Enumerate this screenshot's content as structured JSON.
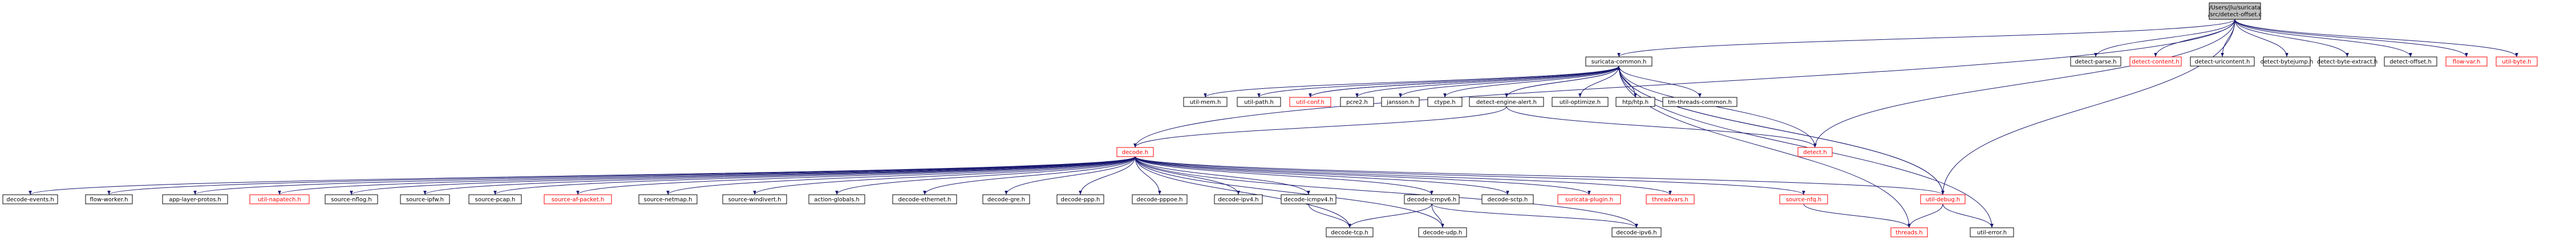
{
  "root": {
    "lines": [
      "/Users/jlu/suricata",
      "/src/detect-offset.c"
    ]
  },
  "nodes": [
    {
      "id": "n_sc",
      "label": "suricata-common.h",
      "red": false
    },
    {
      "id": "n_dp",
      "label": "detect-parse.h",
      "red": false
    },
    {
      "id": "n_dc",
      "label": "detect-content.h",
      "red": true
    },
    {
      "id": "n_du",
      "label": "detect-uricontent.h",
      "red": false
    },
    {
      "id": "n_dbt",
      "label": "detect-bytejump.h",
      "red": false
    },
    {
      "id": "n_dbe",
      "label": "detect-byte-extract.h",
      "red": false
    },
    {
      "id": "n_dof",
      "label": "detect-offset.h",
      "red": false
    },
    {
      "id": "n_fv",
      "label": "flow-var.h",
      "red": true
    },
    {
      "id": "n_ub",
      "label": "util-byte.h",
      "red": true
    },
    {
      "id": "n_um",
      "label": "util-mem.h",
      "red": false
    },
    {
      "id": "n_up",
      "label": "util-path.h",
      "red": false
    },
    {
      "id": "n_uc",
      "label": "util-conf.h",
      "red": true
    },
    {
      "id": "n_p2",
      "label": "pcre2.h",
      "red": false
    },
    {
      "id": "n_js",
      "label": "jansson.h",
      "red": false
    },
    {
      "id": "n_ct",
      "label": "ctype.h",
      "red": false
    },
    {
      "id": "n_dea",
      "label": "detect-engine-alert.h",
      "red": false
    },
    {
      "id": "n_uo",
      "label": "util-optimize.h",
      "red": false
    },
    {
      "id": "n_htp",
      "label": "htp/htp.h",
      "red": false
    },
    {
      "id": "n_tm",
      "label": "tm-threads-common.h",
      "red": false
    },
    {
      "id": "n_dec",
      "label": "decode.h",
      "red": true
    },
    {
      "id": "n_det",
      "label": "detect.h",
      "red": true
    },
    {
      "id": "n_dev",
      "label": "decode-events.h",
      "red": false
    },
    {
      "id": "n_fw",
      "label": "flow-worker.h",
      "red": false
    },
    {
      "id": "n_alp",
      "label": "app-layer-protos.h",
      "red": false
    },
    {
      "id": "n_un",
      "label": "util-napatech.h",
      "red": true
    },
    {
      "id": "n_snf",
      "label": "source-nflog.h",
      "red": false
    },
    {
      "id": "n_sip",
      "label": "source-ipfw.h",
      "red": false
    },
    {
      "id": "n_spc",
      "label": "source-pcap.h",
      "red": false
    },
    {
      "id": "n_saf",
      "label": "source-af-packet.h",
      "red": true
    },
    {
      "id": "n_snm",
      "label": "source-netmap.h",
      "red": false
    },
    {
      "id": "n_swd",
      "label": "source-windivert.h",
      "red": false
    },
    {
      "id": "n_ag",
      "label": "action-globals.h",
      "red": false
    },
    {
      "id": "n_deth",
      "label": "decode-ethernet.h",
      "red": false
    },
    {
      "id": "n_dgre",
      "label": "decode-gre.h",
      "red": false
    },
    {
      "id": "n_dppp",
      "label": "decode-ppp.h",
      "red": false
    },
    {
      "id": "n_dpppoe",
      "label": "decode-pppoe.h",
      "red": false
    },
    {
      "id": "n_dip4",
      "label": "decode-ipv4.h",
      "red": false
    },
    {
      "id": "n_dic4",
      "label": "decode-icmpv4.h",
      "red": false
    },
    {
      "id": "n_dic6",
      "label": "decode-icmpv6.h",
      "red": false
    },
    {
      "id": "n_dsctp",
      "label": "decode-sctp.h",
      "red": false
    },
    {
      "id": "n_spl",
      "label": "suricata-plugin.h",
      "red": true
    },
    {
      "id": "n_thv",
      "label": "threadvars.h",
      "red": true
    },
    {
      "id": "n_snfq",
      "label": "source-nfq.h",
      "red": true
    },
    {
      "id": "n_udbg",
      "label": "util-debug.h",
      "red": true
    },
    {
      "id": "n_dtcp",
      "label": "decode-tcp.h",
      "red": false
    },
    {
      "id": "n_dudp",
      "label": "decode-udp.h",
      "red": false
    },
    {
      "id": "n_dip6",
      "label": "decode-ipv6.h",
      "red": false
    },
    {
      "id": "n_thr",
      "label": "threads.h",
      "red": true
    },
    {
      "id": "n_uerr",
      "label": "util-error.h",
      "red": false
    }
  ],
  "edges": [
    [
      "root",
      "n_sc"
    ],
    [
      "root",
      "n_dp"
    ],
    [
      "root",
      "n_dc"
    ],
    [
      "root",
      "n_du"
    ],
    [
      "root",
      "n_dbt"
    ],
    [
      "root",
      "n_dbe"
    ],
    [
      "root",
      "n_dof"
    ],
    [
      "root",
      "n_fv"
    ],
    [
      "root",
      "n_ub"
    ],
    [
      "root",
      "n_dec"
    ],
    [
      "root",
      "n_det"
    ],
    [
      "root",
      "n_udbg"
    ],
    [
      "n_sc",
      "n_um"
    ],
    [
      "n_sc",
      "n_up"
    ],
    [
      "n_sc",
      "n_uc"
    ],
    [
      "n_sc",
      "n_p2"
    ],
    [
      "n_sc",
      "n_js"
    ],
    [
      "n_sc",
      "n_ct"
    ],
    [
      "n_sc",
      "n_dea"
    ],
    [
      "n_sc",
      "n_uo"
    ],
    [
      "n_sc",
      "n_htp"
    ],
    [
      "n_sc",
      "n_tm"
    ],
    [
      "n_sc",
      "n_udbg"
    ],
    [
      "n_sc",
      "n_uerr"
    ],
    [
      "n_sc",
      "n_thr"
    ],
    [
      "n_dea",
      "n_sc"
    ],
    [
      "n_dea",
      "n_dec"
    ],
    [
      "n_dea",
      "n_det"
    ],
    [
      "n_det",
      "n_sc"
    ],
    [
      "n_uc",
      "n_sc"
    ],
    [
      "n_udbg",
      "n_sc"
    ],
    [
      "n_dec",
      "n_dev"
    ],
    [
      "n_dec",
      "n_fw"
    ],
    [
      "n_dec",
      "n_alp"
    ],
    [
      "n_dec",
      "n_un"
    ],
    [
      "n_dec",
      "n_snf"
    ],
    [
      "n_dec",
      "n_sip"
    ],
    [
      "n_dec",
      "n_spc"
    ],
    [
      "n_dec",
      "n_saf"
    ],
    [
      "n_dec",
      "n_snm"
    ],
    [
      "n_dec",
      "n_swd"
    ],
    [
      "n_dec",
      "n_ag"
    ],
    [
      "n_dec",
      "n_deth"
    ],
    [
      "n_dec",
      "n_dgre"
    ],
    [
      "n_dec",
      "n_dppp"
    ],
    [
      "n_dec",
      "n_dpppoe"
    ],
    [
      "n_dec",
      "n_dip4"
    ],
    [
      "n_dec",
      "n_dic4"
    ],
    [
      "n_dec",
      "n_dic6"
    ],
    [
      "n_dec",
      "n_dsctp"
    ],
    [
      "n_dec",
      "n_spl"
    ],
    [
      "n_dec",
      "n_thv"
    ],
    [
      "n_dec",
      "n_snfq"
    ],
    [
      "n_dec",
      "n_udbg"
    ],
    [
      "n_dec",
      "n_dtcp"
    ],
    [
      "n_dec",
      "n_dudp"
    ],
    [
      "n_dec",
      "n_dip6"
    ],
    [
      "n_dic4",
      "n_dtcp"
    ],
    [
      "n_dic6",
      "n_dtcp"
    ],
    [
      "n_dic6",
      "n_dudp"
    ],
    [
      "n_dic6",
      "n_dip6"
    ],
    [
      "n_snfq",
      "n_thr"
    ],
    [
      "n_udbg",
      "n_thr"
    ],
    [
      "n_udbg",
      "n_uerr"
    ]
  ]
}
